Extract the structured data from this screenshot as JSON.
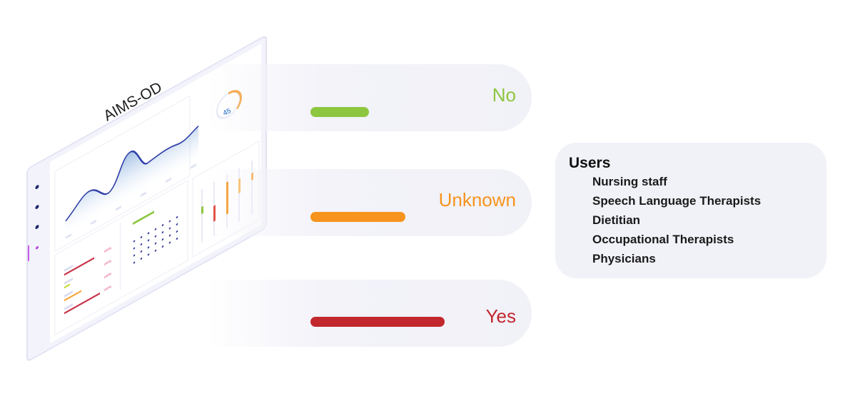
{
  "illustration": {
    "title": "AIMS-OD",
    "gauge_value": "45",
    "percent_label": "##%"
  },
  "answers": [
    {
      "label": "No",
      "color": "#8dc63f",
      "fill_percent": 18
    },
    {
      "label": "Unknown",
      "color": "#f7941d",
      "fill_percent": 29
    },
    {
      "label": "Yes",
      "color": "#c1272d",
      "fill_percent": 41
    }
  ],
  "users": {
    "title": "Users",
    "items": [
      "Nursing staff",
      "Speech Language Therapists",
      "Dietitian",
      "Occupational Therapists",
      "Physicians"
    ]
  }
}
